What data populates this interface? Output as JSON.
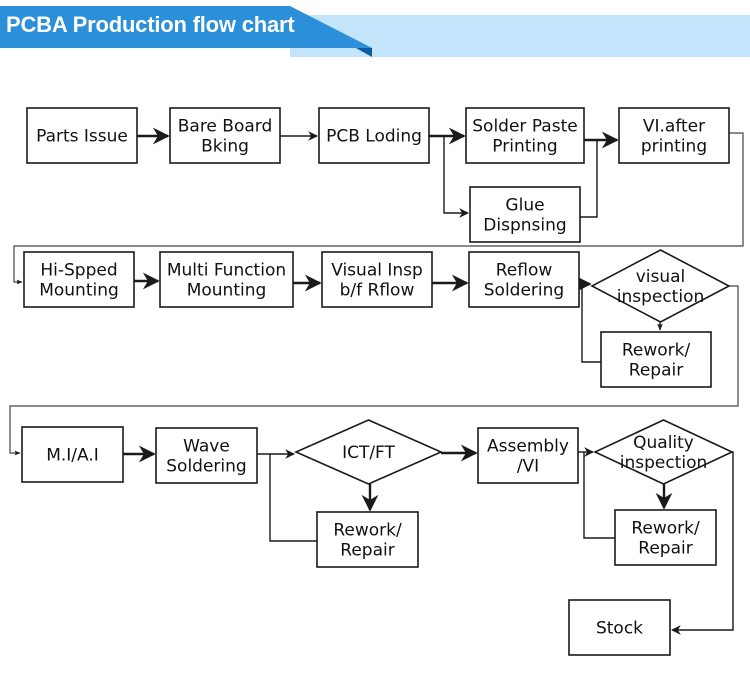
{
  "header": {
    "title": "PCBA Production flow chart",
    "colors": {
      "banner_dark": "#2b8fd9",
      "banner_light": "#c3e5fb",
      "banner_fold": "#0b5fa0"
    }
  },
  "diagram": {
    "nodes": [
      {
        "id": "parts-issue",
        "shape": "rect",
        "lines": [
          "Parts Issue"
        ]
      },
      {
        "id": "bare-board-bking",
        "shape": "rect",
        "lines": [
          "Bare Board",
          "Bking"
        ]
      },
      {
        "id": "pcb-loding",
        "shape": "rect",
        "lines": [
          "PCB Loding"
        ]
      },
      {
        "id": "solder-paste-printing",
        "shape": "rect",
        "lines": [
          "Solder Paste",
          "Printing"
        ]
      },
      {
        "id": "glue-dispensing",
        "shape": "rect",
        "lines": [
          "Glue",
          "Dispnsing"
        ]
      },
      {
        "id": "vi-after-printing",
        "shape": "rect",
        "lines": [
          "VI.after",
          "printing"
        ]
      },
      {
        "id": "hi-speed-mounting",
        "shape": "rect",
        "lines": [
          "Hi-Spped",
          "Mounting"
        ]
      },
      {
        "id": "multi-function-mounting",
        "shape": "rect",
        "lines": [
          "Multi Function",
          "Mounting"
        ]
      },
      {
        "id": "visual-insp-before-reflow",
        "shape": "rect",
        "lines": [
          "Visual Insp",
          "b/f Rflow"
        ]
      },
      {
        "id": "reflow-soldering",
        "shape": "rect",
        "lines": [
          "Reflow",
          "Soldering"
        ]
      },
      {
        "id": "visual-inspection",
        "shape": "diamond",
        "lines": [
          "visual",
          "inspection"
        ]
      },
      {
        "id": "rework-repair-1",
        "shape": "rect",
        "lines": [
          "Rework/",
          "Repair"
        ]
      },
      {
        "id": "mi-ai",
        "shape": "rect",
        "lines": [
          "M.I/A.I"
        ]
      },
      {
        "id": "wave-soldering",
        "shape": "rect",
        "lines": [
          "Wave",
          "Soldering"
        ]
      },
      {
        "id": "ict-ft",
        "shape": "diamond",
        "lines": [
          "ICT/FT"
        ]
      },
      {
        "id": "rework-repair-2",
        "shape": "rect",
        "lines": [
          "Rework/",
          "Repair"
        ]
      },
      {
        "id": "assembly-vi",
        "shape": "rect",
        "lines": [
          "Assembly",
          "/VI"
        ]
      },
      {
        "id": "quality-inspection",
        "shape": "diamond",
        "lines": [
          "Quality",
          "inspection"
        ]
      },
      {
        "id": "rework-repair-3",
        "shape": "rect",
        "lines": [
          "Rework/",
          "Repair"
        ]
      },
      {
        "id": "stock",
        "shape": "rect",
        "lines": [
          "Stock"
        ]
      }
    ],
    "edges": [
      {
        "from": "parts-issue",
        "to": "bare-board-bking"
      },
      {
        "from": "bare-board-bking",
        "to": "pcb-loding"
      },
      {
        "from": "pcb-loding",
        "to": "solder-paste-printing"
      },
      {
        "from": "pcb-loding",
        "to": "glue-dispensing"
      },
      {
        "from": "solder-paste-printing",
        "to": "vi-after-printing"
      },
      {
        "from": "glue-dispensing",
        "to": "vi-after-printing"
      },
      {
        "from": "vi-after-printing",
        "to": "hi-speed-mounting"
      },
      {
        "from": "hi-speed-mounting",
        "to": "multi-function-mounting"
      },
      {
        "from": "multi-function-mounting",
        "to": "visual-insp-before-reflow"
      },
      {
        "from": "visual-insp-before-reflow",
        "to": "reflow-soldering"
      },
      {
        "from": "reflow-soldering",
        "to": "visual-inspection"
      },
      {
        "from": "visual-inspection",
        "to": "rework-repair-1"
      },
      {
        "from": "rework-repair-1",
        "to": "visual-inspection"
      },
      {
        "from": "visual-inspection",
        "to": "mi-ai"
      },
      {
        "from": "mi-ai",
        "to": "wave-soldering"
      },
      {
        "from": "wave-soldering",
        "to": "ict-ft"
      },
      {
        "from": "ict-ft",
        "to": "rework-repair-2"
      },
      {
        "from": "rework-repair-2",
        "to": "ict-ft"
      },
      {
        "from": "ict-ft",
        "to": "assembly-vi"
      },
      {
        "from": "assembly-vi",
        "to": "quality-inspection"
      },
      {
        "from": "quality-inspection",
        "to": "rework-repair-3"
      },
      {
        "from": "rework-repair-3",
        "to": "quality-inspection"
      },
      {
        "from": "quality-inspection",
        "to": "stock"
      }
    ]
  }
}
